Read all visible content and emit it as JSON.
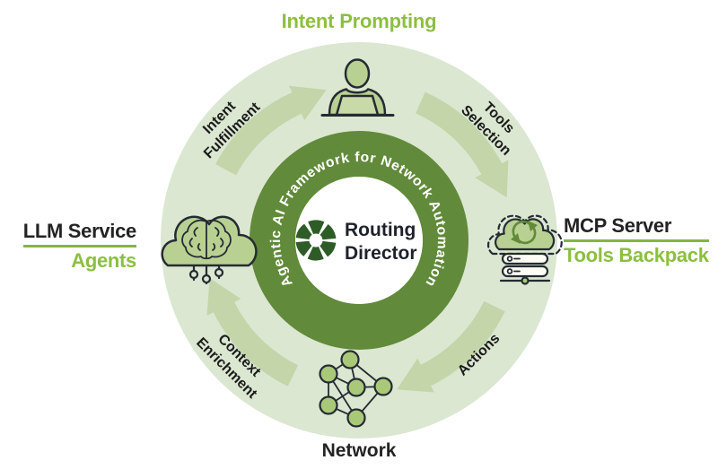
{
  "ring_title": "Agentic AI Framework for Network Automation",
  "center": {
    "line1": "Routing",
    "line2": "Director"
  },
  "stages": {
    "top": {
      "label": "Intent Prompting",
      "icon": "person-at-laptop-icon"
    },
    "right": {
      "label": "MCP Server",
      "sublabel": "Tools Backpack",
      "icon": "cloud-sync-servers-icon"
    },
    "bottom": {
      "label": "Network",
      "icon": "network-graph-icon"
    },
    "left": {
      "label": "LLM Service",
      "sublabel": "Agents",
      "icon": "brain-cloud-icon"
    }
  },
  "flows": [
    {
      "position": "top-left",
      "direction": "clockwise",
      "line1": "Intent",
      "line2": "Fulfillment"
    },
    {
      "position": "top-right",
      "direction": "clockwise",
      "line1": "Tools",
      "line2": "Selection"
    },
    {
      "position": "bottom-right",
      "direction": "clockwise",
      "line1": "Actions",
      "line2": ""
    },
    {
      "position": "bottom-left",
      "direction": "clockwise",
      "line1": "Context",
      "line2": "Enrichment"
    }
  ],
  "colors": {
    "page_bg": "#ffffff",
    "circle_bg": "#dbe7d1",
    "arrow": "#c3d5a9",
    "ring": "#618a3a",
    "ring_text": "#ffffff",
    "dark_green": "#2e5c27",
    "green_text": "#8cbf40",
    "underline": "#87b441",
    "black_text": "#232323",
    "icon_fill": "#b9d093",
    "icon_fill_alt": "#c9daa9",
    "node_fill": "#a9c979",
    "icon_stroke": "#242b33"
  }
}
